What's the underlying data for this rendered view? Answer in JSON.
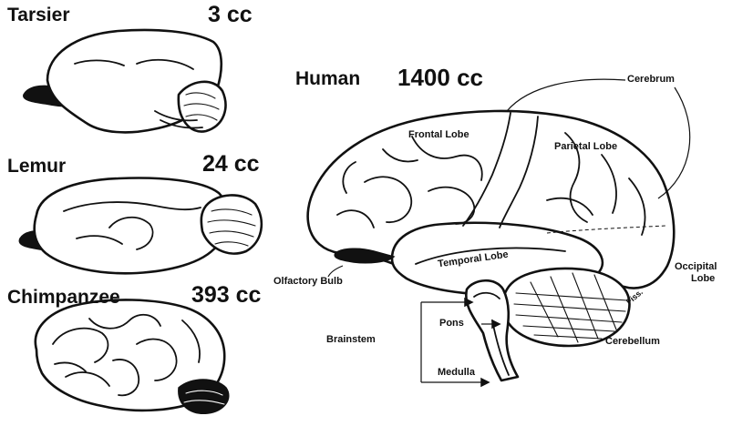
{
  "species": {
    "tarsier": {
      "name": "Tarsier",
      "volume": "3 cc"
    },
    "lemur": {
      "name": "Lemur",
      "volume": "24 cc"
    },
    "chimpanzee": {
      "name": "Chimpanzee",
      "volume": "393 cc"
    },
    "human": {
      "name": "Human",
      "volume": "1400 cc"
    }
  },
  "labels": {
    "cerebrum": "Cerebrum",
    "frontal_lobe": "Frontal Lobe",
    "parietal_lobe": "Parietal Lobe",
    "temporal_lobe": "Temporal Lobe",
    "occipital_lobe_1": "Occipital",
    "occipital_lobe_2": "Lobe",
    "olfactory_bulb": "Olfactory Bulb",
    "brainstem": "Brainstem",
    "pons": "Pons",
    "medulla": "Medulla",
    "cerebellum": "Cerebellum",
    "small_label": "Fiss."
  }
}
